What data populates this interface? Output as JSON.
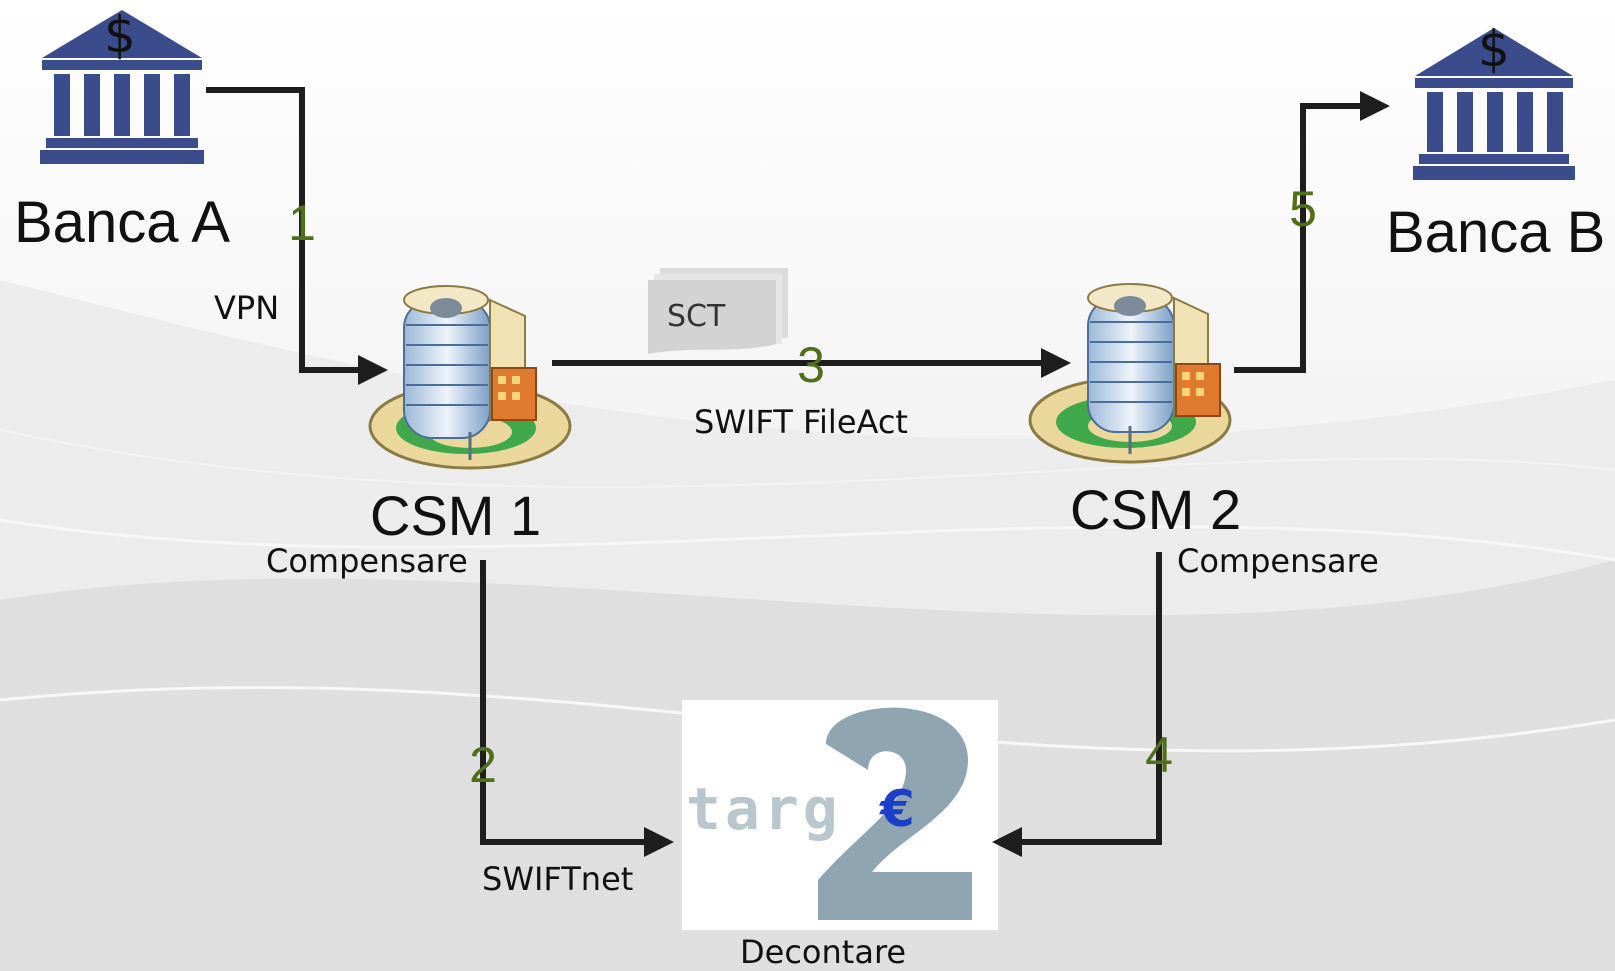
{
  "banks": {
    "a": {
      "name": "Banca A",
      "symbol": "$"
    },
    "b": {
      "name": "Banca B",
      "symbol": "$"
    }
  },
  "csm": {
    "one": {
      "name": "CSM 1",
      "role": "Compensare"
    },
    "two": {
      "name": "CSM 2",
      "role": "Compensare"
    }
  },
  "document": {
    "label": "SCT"
  },
  "target2": {
    "wordmark": "targ",
    "euro": "€",
    "numeral": "2",
    "role": "Decontare"
  },
  "connections": {
    "bank_a_to_csm1": {
      "step": "1",
      "channel": "VPN"
    },
    "csm1_to_target2": {
      "step": "2",
      "channel": "SWIFTnet"
    },
    "csm1_to_csm2": {
      "step": "3",
      "channel": "SWIFT FileAct"
    },
    "csm2_to_target2": {
      "step": "4"
    },
    "csm2_to_bank_b": {
      "step": "5"
    }
  },
  "colors": {
    "bank_blue": "#3b4c8c",
    "step_green": "#4f6f1b",
    "arrow": "#1e1e1e",
    "target_grey": "#8fa5b1",
    "euro_blue": "#1c3fc9"
  }
}
